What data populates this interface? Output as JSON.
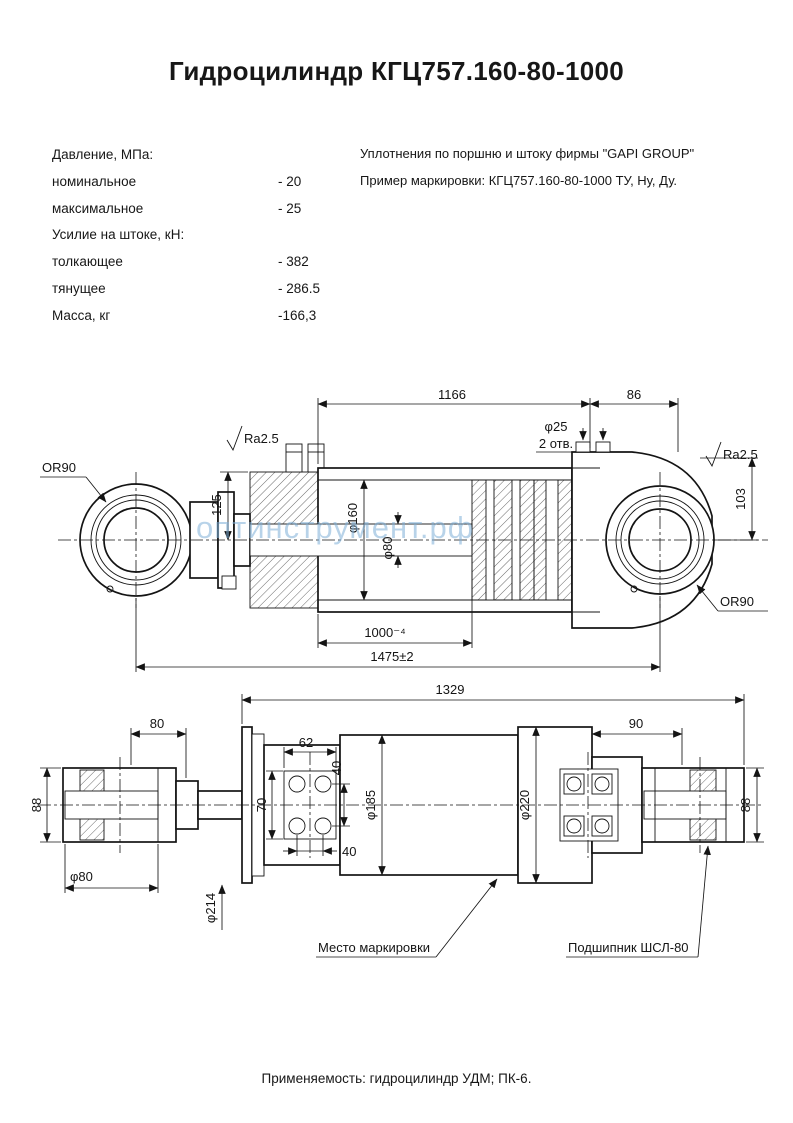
{
  "title": "Гидроцилиндр КГЦ757.160-80-1000",
  "watermark": "оптинструмент.рф",
  "specs": [
    {
      "label": "Давление, МПа:",
      "value": ""
    },
    {
      "label": "номинальное",
      "value": "- 20"
    },
    {
      "label": "максимальное",
      "value": "- 25"
    },
    {
      "label": "Усилие на штоке, кН:",
      "value": ""
    },
    {
      "label": "толкающее",
      "value": "- 382"
    },
    {
      "label": "тянущее",
      "value": "- 286.5"
    },
    {
      "label": "Масса, кг",
      "value": "-166,3"
    }
  ],
  "notes": {
    "seals": "Уплотнения по поршню и штоку фирмы \"GAPI GROUP\"",
    "marking": "Пример маркировки: КГЦ757.160-80-1000 ТУ, Ну, Ду."
  },
  "side_view": {
    "dim_1166": "1166",
    "dim_86": "86",
    "holes_dia": "φ25",
    "holes_qty": "2 отв.",
    "ra_left": "Ra2.5",
    "ra_right": "Ra2.5",
    "or90_left": "OR90",
    "or90_right": "OR90",
    "dim_125": "125",
    "dim_103": "103",
    "dim_bore": "φ160",
    "dim_rod": "φ80",
    "dim_stroke": "1000⁻⁴",
    "dim_overall": "1475±2"
  },
  "plan_view": {
    "dim_1329": "1329",
    "dim_80": "80",
    "dim_90": "90",
    "dim_62": "62",
    "dim_40_vert": "40",
    "dim_40_horiz": "40",
    "dim_70": "70",
    "dim_88_left": "88",
    "dim_88_right": "88",
    "dim_eye_bore": "φ80",
    "dim_flange": "φ214",
    "dim_body": "φ185",
    "dim_cap": "φ220",
    "label_marking": "Место маркировки",
    "label_bearing": "Подшипник ШСЛ-80"
  },
  "footer": "Применяемость: гидроцилиндр УДМ; ПК-6."
}
